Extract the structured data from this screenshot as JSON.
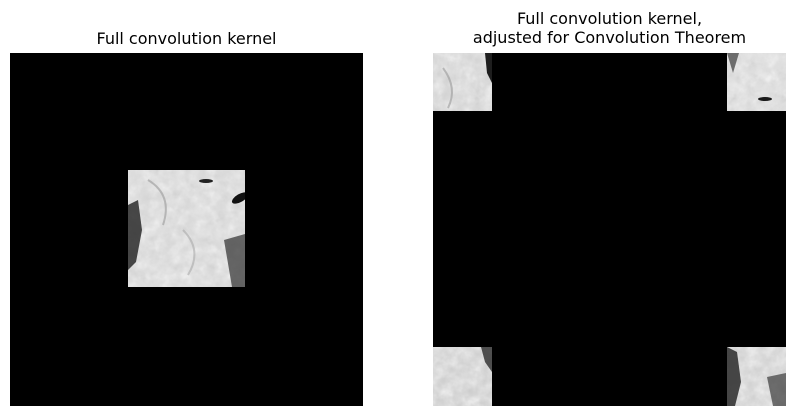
{
  "figure": {
    "left_panel": {
      "title": "Full convolution kernel",
      "image": "grayscale-kernel-image-centered-on-black"
    },
    "right_panel": {
      "title_line1": "Full convolution kernel,",
      "title_line2": "adjusted for Convolution Theorem",
      "image": "grayscale-kernel-image-split-into-corners-on-black"
    }
  },
  "colors": {
    "background": "#ffffff",
    "canvas": "#000000",
    "image_light": "#e6e6e6",
    "image_dark": "#1a1a1a"
  }
}
